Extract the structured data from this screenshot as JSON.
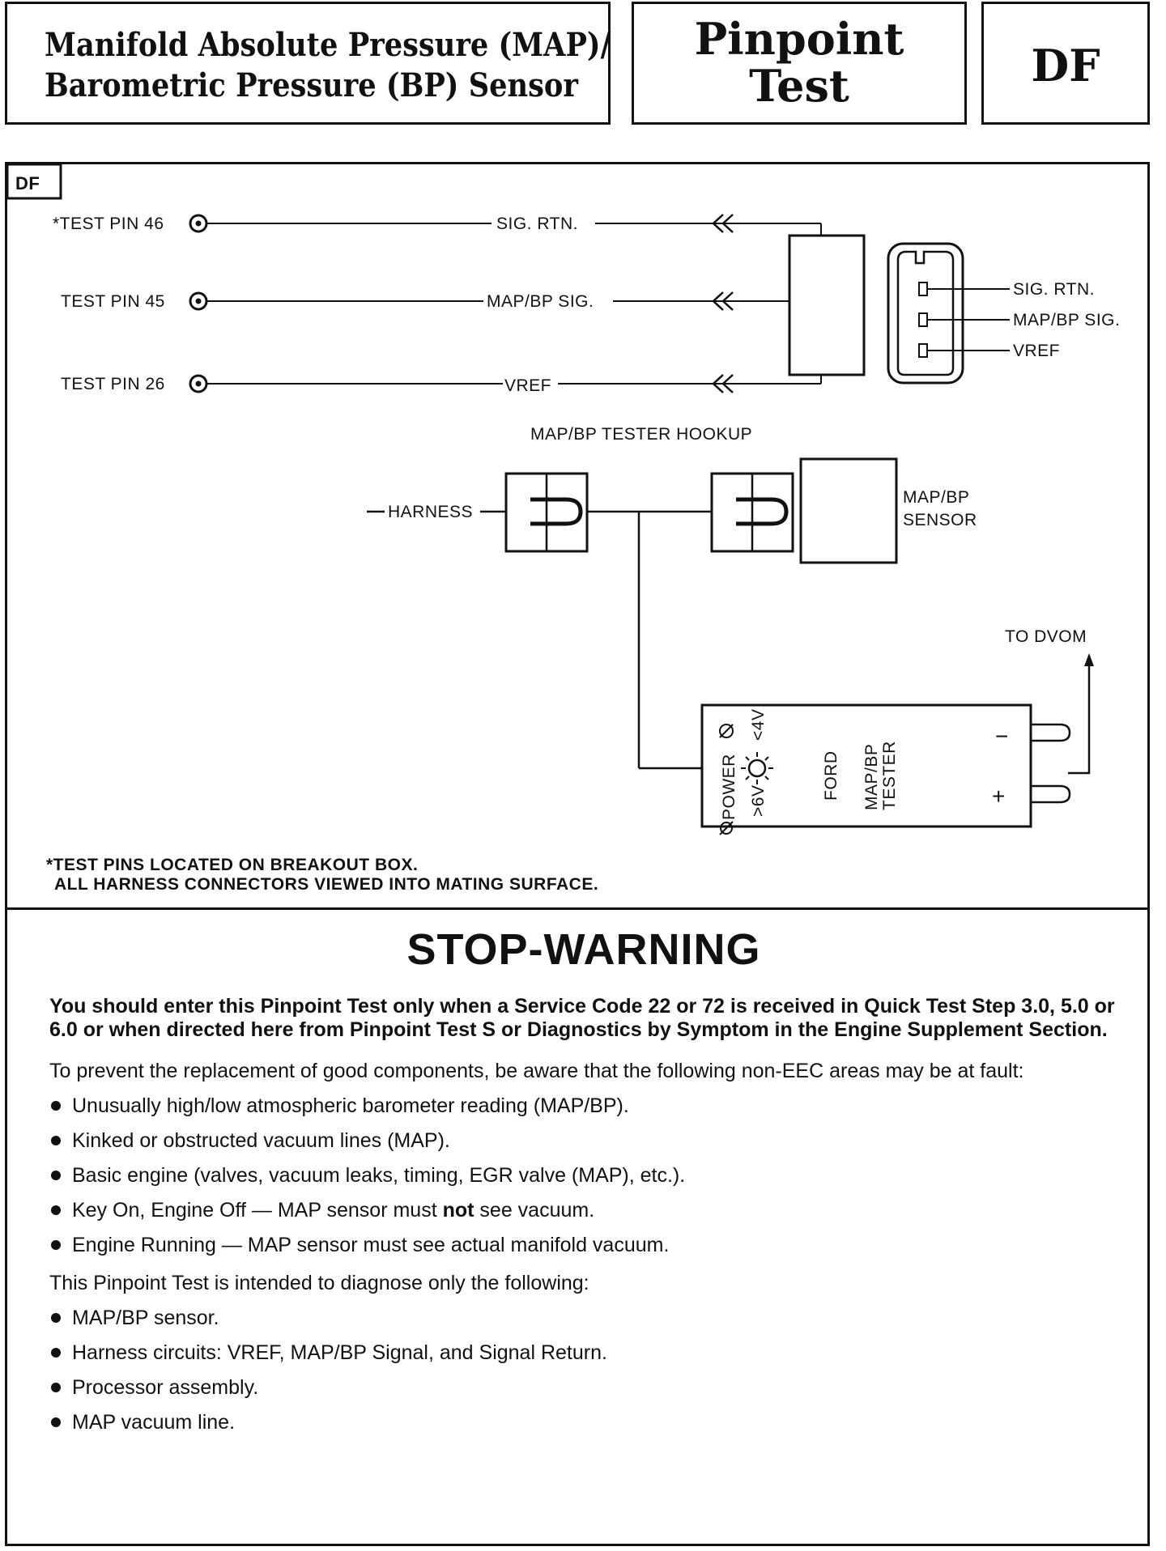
{
  "header": {
    "title_line1": "Manifold Absolute Pressure (MAP)/",
    "title_line2": "Barometric Pressure (BP) Sensor",
    "pinpoint_line1": "Pinpoint",
    "pinpoint_line2": "Test",
    "code": "DF"
  },
  "diagram": {
    "tag": "DF",
    "test_pins": [
      {
        "label": "*TEST PIN 46",
        "wire": "SIG. RTN."
      },
      {
        "label": "TEST PIN 45",
        "wire": "MAP/BP SIG."
      },
      {
        "label": "TEST PIN 26",
        "wire": "VREF"
      }
    ],
    "connector_labels": [
      "SIG. RTN.",
      "MAP/BP SIG.",
      "VREF"
    ],
    "hookup_title": "MAP/BP TESTER HOOKUP",
    "harness_label": "HARNESS",
    "sensor_label_line1": "MAP/BP",
    "sensor_label_line2": "SENSOR",
    "dvom_label": "TO DVOM",
    "tester": {
      "power_label": "POWER",
      "range_low": ">6V",
      "range_high": "<4V",
      "name_line1": "FORD",
      "name_line2": "MAP/BP",
      "name_line3": "TESTER",
      "minus": "−",
      "plus": "+"
    },
    "note_line1": "*TEST PINS LOCATED ON BREAKOUT BOX.",
    "note_line2": "ALL HARNESS CONNECTORS VIEWED INTO MATING SURFACE."
  },
  "warning": {
    "title": "STOP-WARNING",
    "intro": "You should enter this Pinpoint Test only when a Service Code 22 or 72 is received in Quick Test Step 3.0, 5.0 or 6.0 or when directed here from Pinpoint Test S or Diagnostics by Symptom in the Engine Supplement Section.",
    "prevent_text": "To prevent the replacement of good components, be aware that the following non-EEC areas may be at fault:",
    "fault_items": [
      "Unusually high/low atmospheric barometer reading (MAP/BP).",
      "Kinked or obstructed vacuum lines (MAP).",
      "Basic engine (valves, vacuum leaks, timing, EGR valve (MAP), etc.).",
      "Engine Running — MAP sensor must see actual manifold vacuum."
    ],
    "key_on": {
      "before": "Key On, Engine Off — MAP sensor must ",
      "emphasis": "not",
      "after": " see vacuum."
    },
    "diagnose_text": "This Pinpoint Test is intended to diagnose only the following:",
    "diagnose_items": [
      "MAP/BP sensor.",
      "Harness circuits: VREF, MAP/BP Signal, and Signal Return.",
      "Processor assembly.",
      "MAP vacuum line."
    ]
  }
}
